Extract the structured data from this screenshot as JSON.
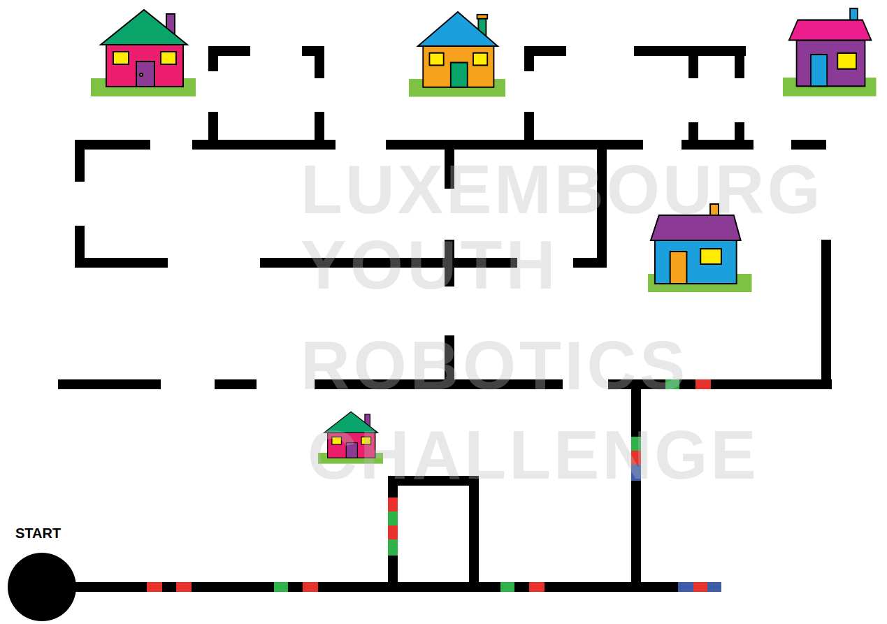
{
  "diagram": {
    "nodes": [
      {
        "text": [
          "START"
        ]
      }
    ],
    "labels": [
      "LUXEMBOURG",
      "YOUTH",
      "ROBOTICS",
      "CHALLENGE"
    ]
  }
}
